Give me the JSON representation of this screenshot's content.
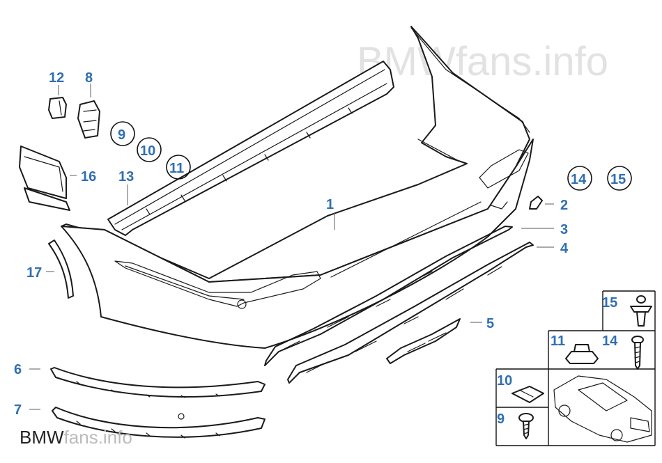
{
  "watermark_top": "BMWfans.info",
  "watermark_bottom": {
    "brand": "BMW",
    "suffix": "fans.info"
  },
  "callouts": {
    "c1": "1",
    "c2": "2",
    "c3": "3",
    "c4": "4",
    "c5": "5",
    "c6": "6",
    "c7": "7",
    "c8": "8",
    "c9": "9",
    "c10": "10",
    "c11": "11",
    "c12": "12",
    "c13": "13",
    "c14": "14",
    "c15": "15",
    "c16": "16",
    "c17": "17"
  },
  "fastener_table": {
    "f15": "15",
    "f11": "11",
    "f14": "14",
    "f10": "10",
    "f9": "9"
  },
  "colors": {
    "callout": "#2f6fb3",
    "line": "#1a1a1a",
    "watermark": "#e2e2e2"
  }
}
